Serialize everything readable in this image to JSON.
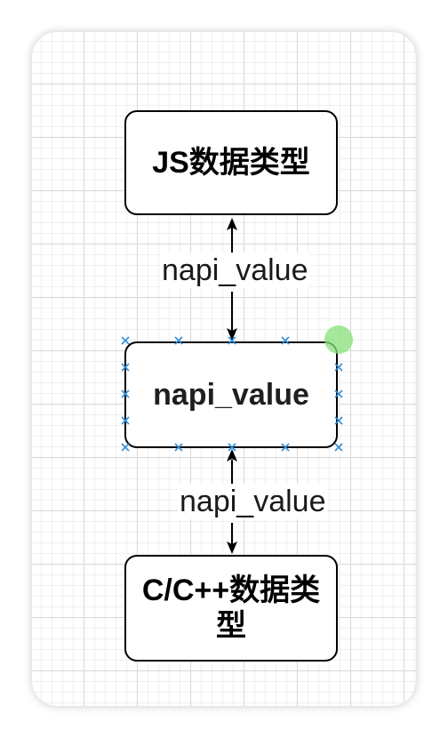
{
  "nodes": {
    "js": {
      "label": "JS数据类型"
    },
    "napi": {
      "label": "napi_value"
    },
    "c": {
      "label": "C/C++数据类型"
    }
  },
  "edges": {
    "js_napi": {
      "label": "napi_value"
    },
    "napi_c": {
      "label": "napi_value"
    }
  },
  "colors": {
    "selection_marker": "#2b8fde",
    "rotate_handle": "#88e07a",
    "stroke": "#000000"
  },
  "icons": {
    "connection_point": "x-mark-icon",
    "rotate_handle": "rotate-handle-icon"
  }
}
